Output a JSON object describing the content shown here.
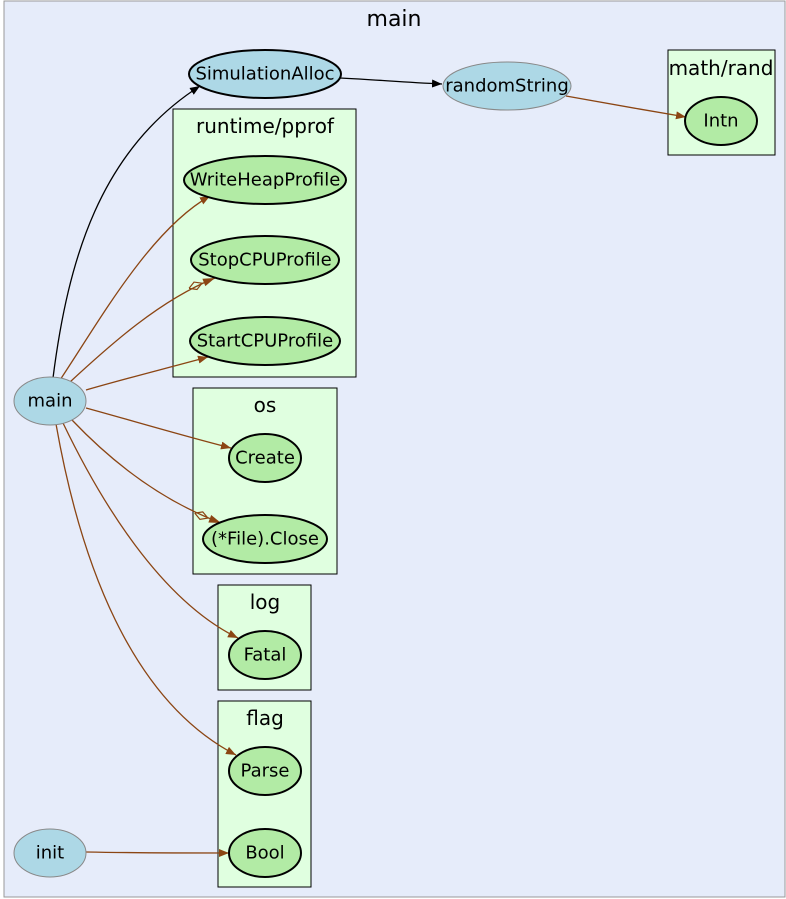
{
  "graph": {
    "title": "main",
    "colors": {
      "background": "#e6ecfa",
      "border": "#999999",
      "local_node": "#add8e6",
      "external_node": "#b2eba5",
      "cluster_fill": "#e0ffe0",
      "local_edge": "#000000",
      "external_edge": "#8b4513"
    },
    "clusters": [
      {
        "id": "runtime-pprof",
        "label": "runtime/pprof"
      },
      {
        "id": "os",
        "label": "os"
      },
      {
        "id": "log",
        "label": "log"
      },
      {
        "id": "flag",
        "label": "flag"
      },
      {
        "id": "math-rand",
        "label": "math/rand"
      }
    ],
    "nodes": [
      {
        "id": "SimulationAlloc",
        "label": "SimulationAlloc",
        "package": "main"
      },
      {
        "id": "randomString",
        "label": "randomString",
        "package": "main"
      },
      {
        "id": "main",
        "label": "main",
        "package": "main"
      },
      {
        "id": "init",
        "label": "init",
        "package": "main"
      },
      {
        "id": "Intn",
        "label": "Intn",
        "package": "math/rand"
      },
      {
        "id": "WriteHeapProfile",
        "label": "WriteHeapProfile",
        "package": "runtime/pprof"
      },
      {
        "id": "StopCPUProfile",
        "label": "StopCPUProfile",
        "package": "runtime/pprof"
      },
      {
        "id": "StartCPUProfile",
        "label": "StartCPUProfile",
        "package": "runtime/pprof"
      },
      {
        "id": "Create",
        "label": "Create",
        "package": "os"
      },
      {
        "id": "FileClose",
        "label": "(*File).Close",
        "package": "os"
      },
      {
        "id": "Fatal",
        "label": "Fatal",
        "package": "log"
      },
      {
        "id": "Parse",
        "label": "Parse",
        "package": "flag"
      },
      {
        "id": "Bool",
        "label": "Bool",
        "package": "flag"
      }
    ],
    "edges": [
      {
        "from": "main",
        "to": "SimulationAlloc",
        "kind": "local"
      },
      {
        "from": "SimulationAlloc",
        "to": "randomString",
        "kind": "local"
      },
      {
        "from": "randomString",
        "to": "Intn",
        "kind": "external"
      },
      {
        "from": "main",
        "to": "WriteHeapProfile",
        "kind": "external"
      },
      {
        "from": "main",
        "to": "StopCPUProfile",
        "kind": "external-deferred"
      },
      {
        "from": "main",
        "to": "StartCPUProfile",
        "kind": "external"
      },
      {
        "from": "main",
        "to": "Create",
        "kind": "external"
      },
      {
        "from": "main",
        "to": "FileClose",
        "kind": "external-deferred"
      },
      {
        "from": "main",
        "to": "Fatal",
        "kind": "external"
      },
      {
        "from": "main",
        "to": "Parse",
        "kind": "external"
      },
      {
        "from": "init",
        "to": "Bool",
        "kind": "external"
      }
    ]
  }
}
